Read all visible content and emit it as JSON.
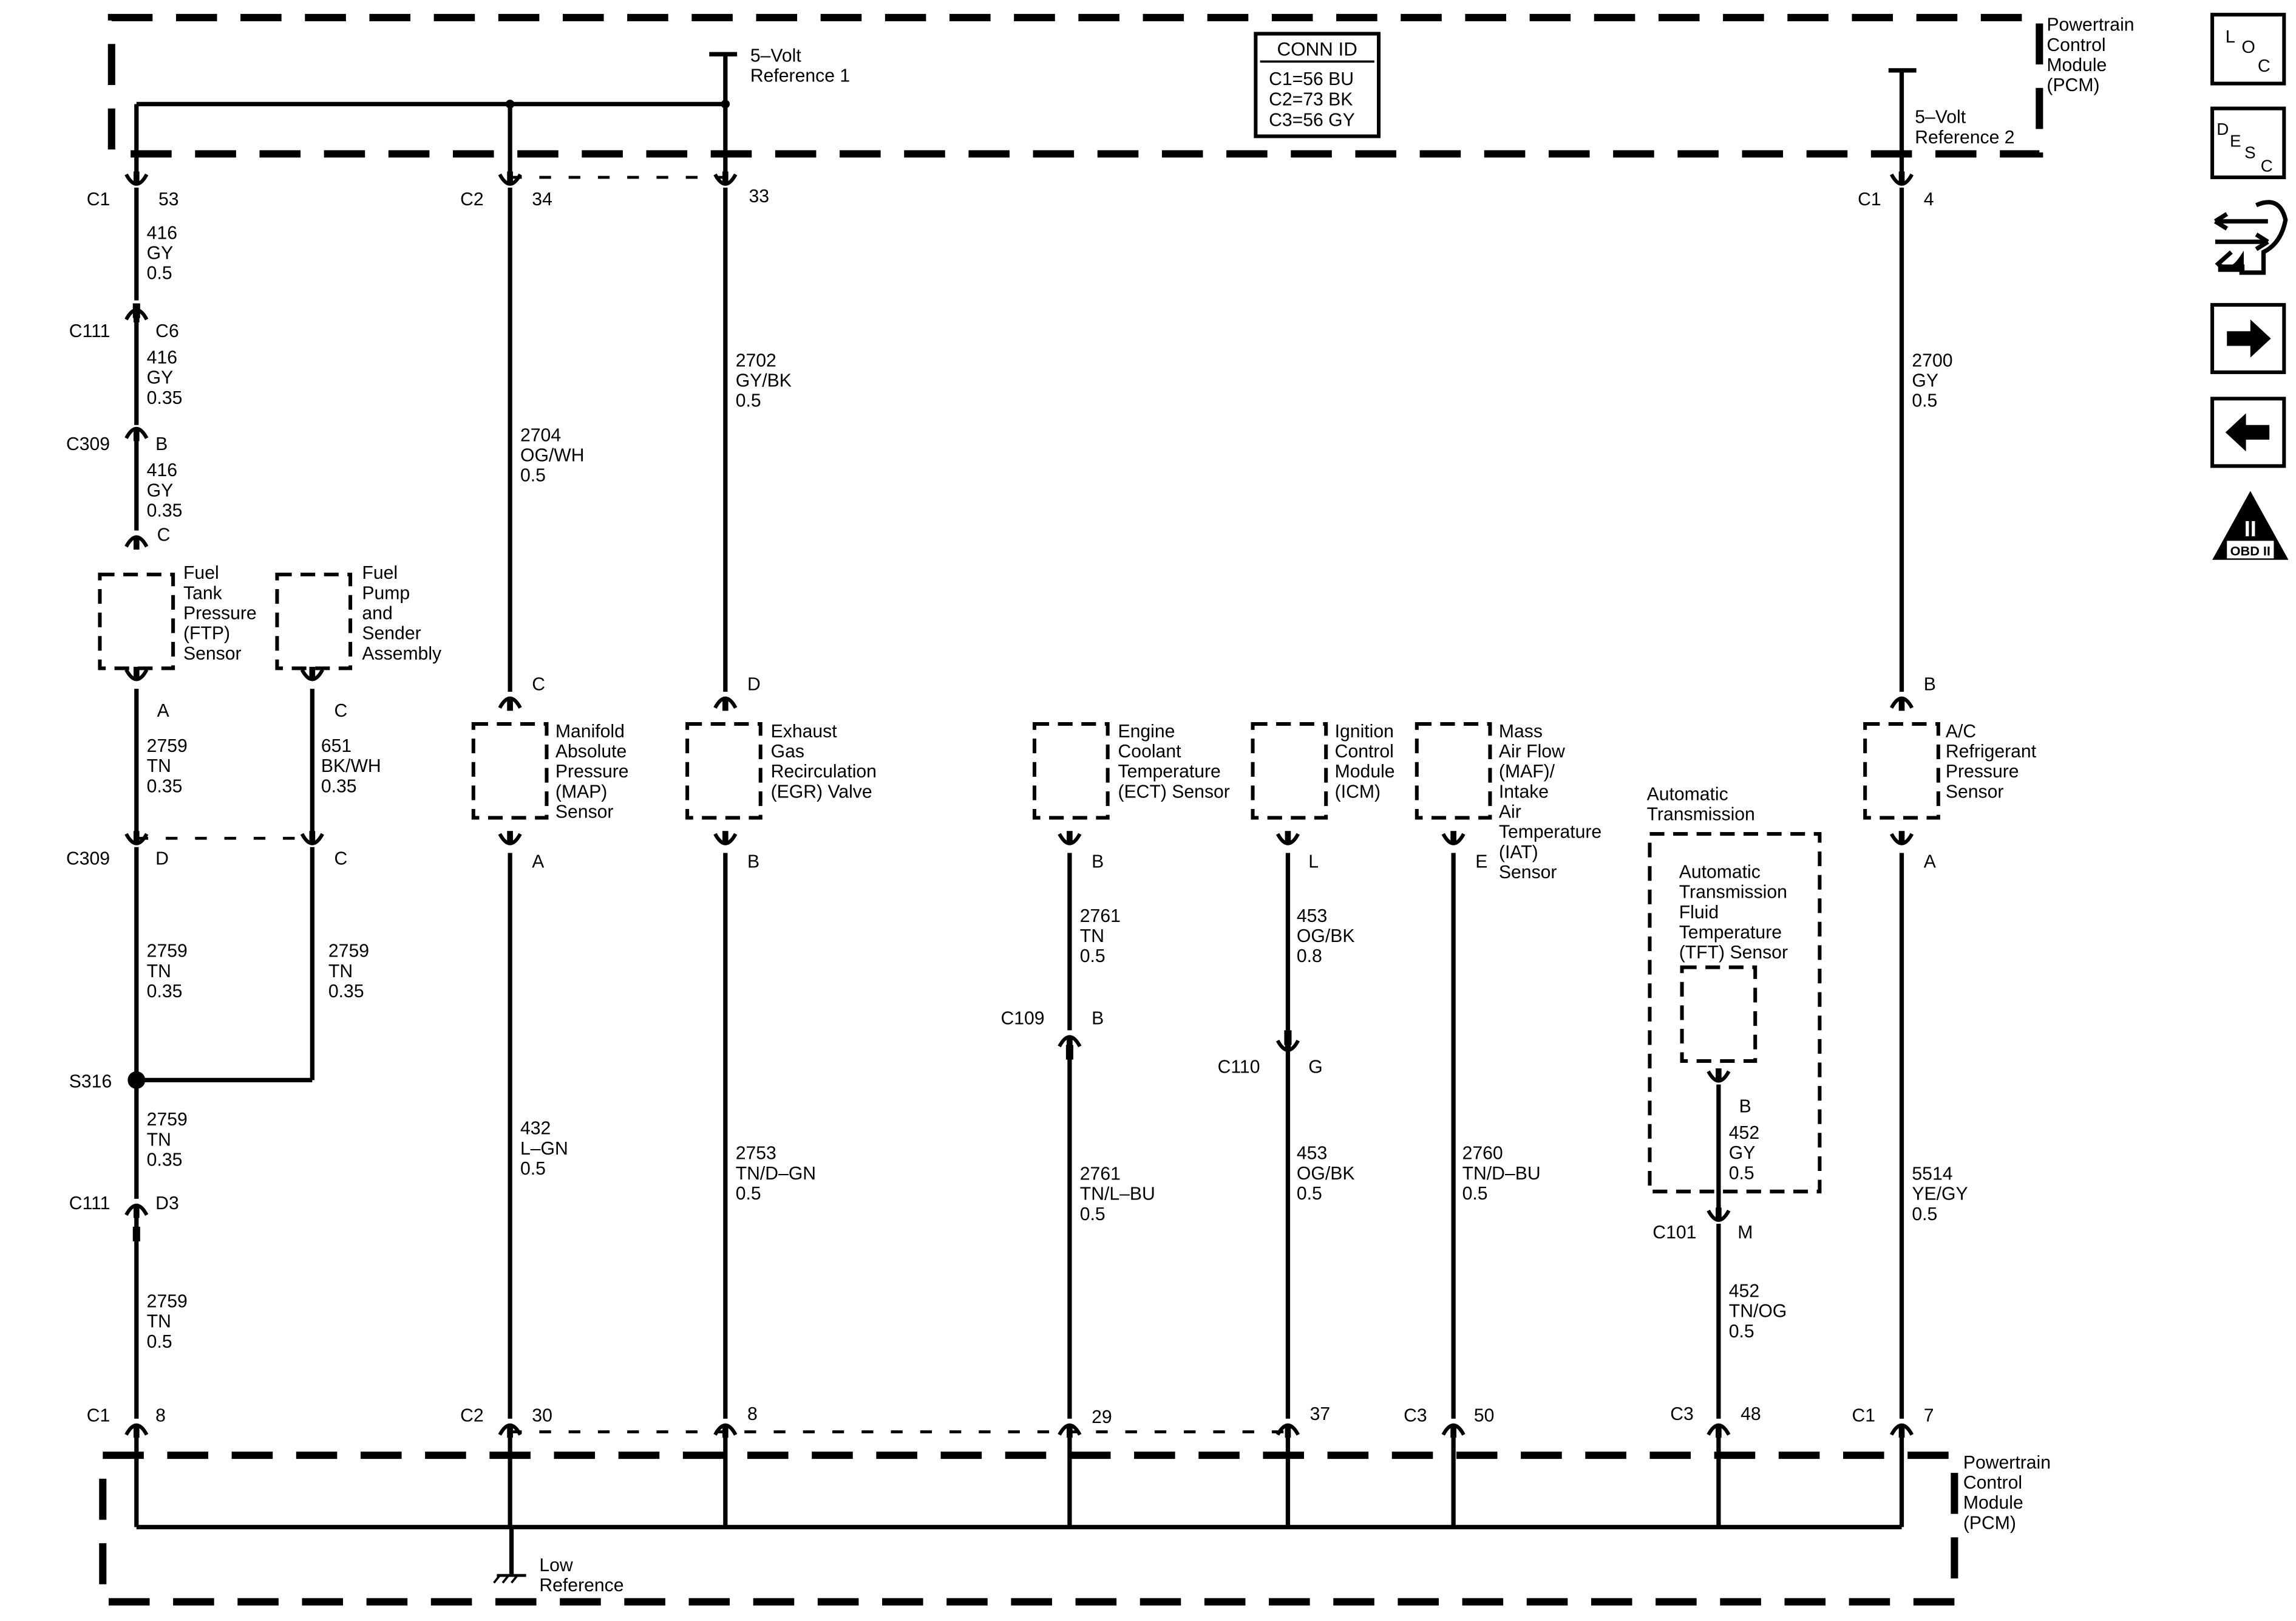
{
  "pcm_label": "Powertrain\nControl\nModule\n(PCM)",
  "ref1_label": "5–Volt\nReference 1",
  "ref2_label": "5–Volt\nReference 2",
  "low_ref_label": "Low\nReference",
  "conn_id": {
    "title": "CONN ID",
    "lines": [
      "C1=56 BU",
      "C2=73 BK",
      "C3=56 GY"
    ]
  },
  "components": {
    "ftp": "Fuel\nTank\nPressure\n(FTP)\nSensor",
    "fuel_pump": "Fuel\nPump\nand\nSender\nAssembly",
    "map": "Manifold\nAbsolute\nPressure\n(MAP)\nSensor",
    "egr": "Exhaust\nGas\nRecirculation\n(EGR) Valve",
    "ect": "Engine\nCoolant\nTemperature\n(ECT) Sensor",
    "icm": "Ignition\nControl\nModule\n(ICM)",
    "maf": "Mass\nAir Flow\n(MAF)/\nIntake\nAir\nTemperature\n(IAT)\nSensor",
    "auto_trans": "Automatic\nTransmission",
    "tft": "Automatic\nTransmission\nFluid\nTemperature\n(TFT) Sensor",
    "ac": "A/C\nRefrigerant\nPressure\nSensor"
  },
  "connectors": {
    "c1_53": [
      "C1",
      "53"
    ],
    "c111_c6": [
      "C111",
      "C6"
    ],
    "c309_b": [
      "C309",
      "B"
    ],
    "ftp_c": [
      "",
      "C"
    ],
    "ftp_a": [
      "",
      "A"
    ],
    "fp_c": [
      "",
      "C"
    ],
    "c309_d": [
      "C309",
      "D"
    ],
    "c309_c": [
      "",
      "C"
    ],
    "s316": [
      "S316",
      ""
    ],
    "c111_d3": [
      "C111",
      "D3"
    ],
    "c1_8": [
      "C1",
      "8"
    ],
    "c2_34": [
      "C2",
      "34"
    ],
    "map_c": [
      "",
      "C"
    ],
    "map_a": [
      "",
      "A"
    ],
    "c2_30": [
      "C2",
      "30"
    ],
    "pin_33": [
      "",
      "33"
    ],
    "egr_d": [
      "",
      "D"
    ],
    "egr_b": [
      "",
      "B"
    ],
    "pin_8b": [
      "",
      "8"
    ],
    "ect_b": [
      "",
      "B"
    ],
    "c109_b": [
      "C109",
      "B"
    ],
    "pin_29": [
      "",
      "29"
    ],
    "icm_l": [
      "",
      "L"
    ],
    "c110_g": [
      "C110",
      "G"
    ],
    "pin_37": [
      "",
      "37"
    ],
    "maf_e": [
      "",
      "E"
    ],
    "c3_50": [
      "C3",
      "50"
    ],
    "tft_b": [
      "",
      "B"
    ],
    "c101_m": [
      "C101",
      "M"
    ],
    "c3_48": [
      "C3",
      "48"
    ],
    "c1_4": [
      "C1",
      "4"
    ],
    "ac_b": [
      "",
      "B"
    ],
    "ac_a": [
      "",
      "A"
    ],
    "c1_7": [
      "C1",
      "7"
    ]
  },
  "wires": {
    "w1": "416\nGY\n0.5",
    "w2": "416\nGY\n0.35",
    "w3": "416\nGY\n0.35",
    "w4": "2759\nTN\n0.35",
    "w5": "651\nBK/WH\n0.35",
    "w6": "2759\nTN\n0.35",
    "w7": "2759\nTN\n0.35",
    "w8": "2759\nTN\n0.35",
    "w9": "2759\nTN\n0.5",
    "w10": "2704\nOG/WH\n0.5",
    "w11": "432\nL–GN\n0.5",
    "w12": "2702\nGY/BK\n0.5",
    "w13": "2753\nTN/D–GN\n0.5",
    "w14": "2761\nTN\n0.5",
    "w15": "2761\nTN/L–BU\n0.5",
    "w16": "453\nOG/BK\n0.8",
    "w17": "453\nOG/BK\n0.5",
    "w18": "2760\nTN/D–BU\n0.5",
    "w19": "452\nGY\n0.5",
    "w20": "452\nTN/OG\n0.5",
    "w21": "2700\nGY\n0.5",
    "w22": "5514\nYE/GY\n0.5"
  },
  "side_icons": {
    "loc": [
      "L",
      "O",
      "C"
    ],
    "desc": [
      "D",
      "E",
      "S",
      "C"
    ],
    "obd": [
      "II",
      "OBD II"
    ]
  }
}
